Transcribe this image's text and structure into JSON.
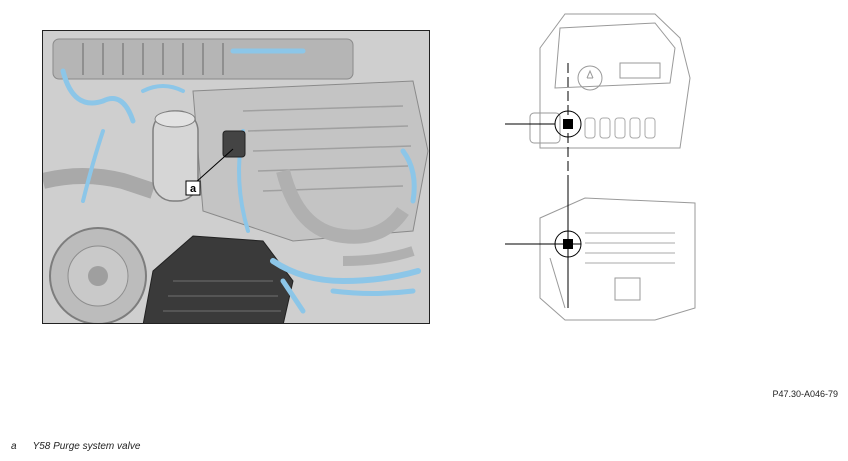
{
  "callout": {
    "letter": "a"
  },
  "figure": {
    "reference_code": "P47.30-A046-79"
  },
  "legend": [
    {
      "key": "a",
      "label": "Y58 Purge system valve"
    }
  ],
  "colors": {
    "engine_gray": "#bfbfbf",
    "highlight_blue": "#8cc6e8",
    "dark_part": "#3a3a3a",
    "outline_gray": "#9a9a9a"
  }
}
